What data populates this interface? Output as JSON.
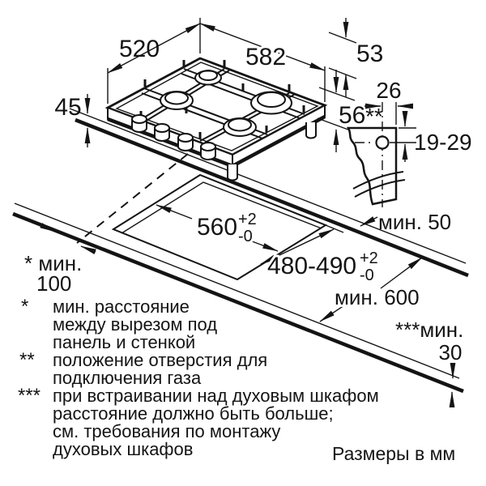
{
  "dims": {
    "d520": "520",
    "d582": "582",
    "d53": "53",
    "d45": "45",
    "d56": "56",
    "d26": "26",
    "d19_29": "19-29",
    "min50": "мин. 50",
    "cutout_w": "560",
    "cutout_w_sup": "+2",
    "cutout_w_sub": "-0",
    "cutout_d": "480-490",
    "cutout_d_sup": "+2",
    "cutout_d_sub": "-0",
    "min100_label": "* мин.",
    "min100_value": "100",
    "min600": "мин. 600",
    "min30_label": "***мин.",
    "min30_value": "30",
    "gas_marker": "**"
  },
  "footnotes": [
    {
      "marker": "*",
      "lines": [
        "мин. расстояние",
        "между вырезом под",
        "панель и стенкой"
      ]
    },
    {
      "marker": "**",
      "lines": [
        "положение отверстия для",
        "подключения газа"
      ]
    },
    {
      "marker": "***",
      "lines": [
        "при встраивании над духовым шкафом",
        "расстояние должно быть больше;",
        "см. требования по монтажу",
        "духовых шкафов"
      ]
    }
  ],
  "units": "Размеры в мм"
}
